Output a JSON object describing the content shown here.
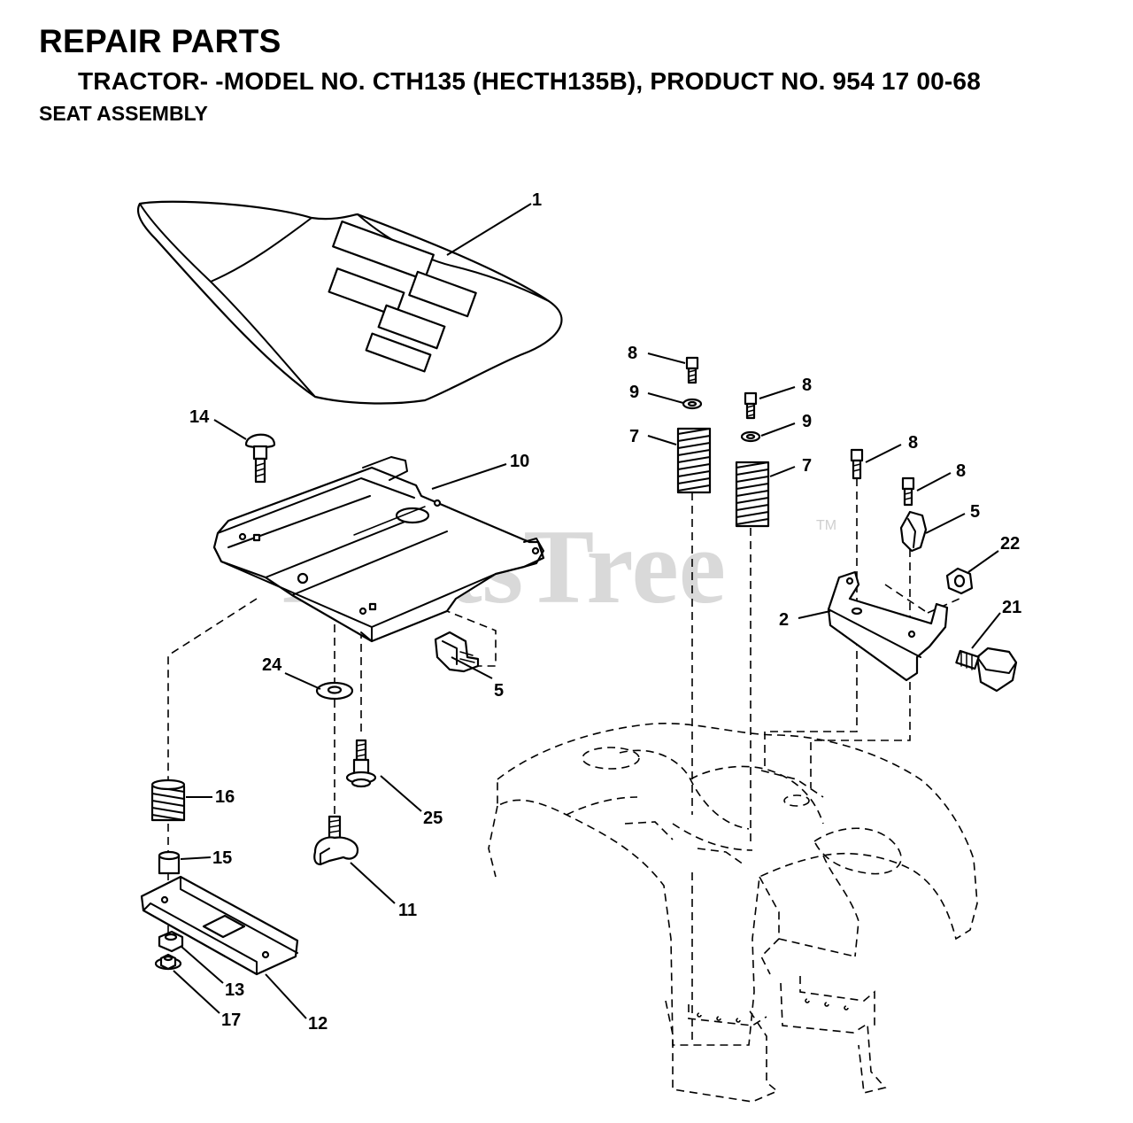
{
  "header": {
    "title": "REPAIR PARTS",
    "subtitle": "TRACTOR- -MODEL NO. CTH135 (HECTH135B), PRODUCT NO. 954 17 00-68",
    "section": "SEAT ASSEMBLY"
  },
  "watermark": {
    "text": "PartsTree",
    "mark": "TM"
  },
  "callouts": [
    {
      "key": "seat",
      "label": "1"
    },
    {
      "key": "bolt-8a",
      "label": "8"
    },
    {
      "key": "washer-9a",
      "label": "9"
    },
    {
      "key": "spring-7a",
      "label": "7"
    },
    {
      "key": "bolt-8b",
      "label": "8"
    },
    {
      "key": "washer-9b",
      "label": "9"
    },
    {
      "key": "spring-7b",
      "label": "7"
    },
    {
      "key": "bolt-8c",
      "label": "8"
    },
    {
      "key": "bolt-8d",
      "label": "8"
    },
    {
      "key": "switch-5b",
      "label": "5"
    },
    {
      "key": "nut-22",
      "label": "22"
    },
    {
      "key": "bracket-2",
      "label": "2"
    },
    {
      "key": "knob-21",
      "label": "21"
    },
    {
      "key": "carriage-bolt-14",
      "label": "14"
    },
    {
      "key": "seat-pan-10",
      "label": "10"
    },
    {
      "key": "switch-5a",
      "label": "5"
    },
    {
      "key": "washer-24",
      "label": "24"
    },
    {
      "key": "bolt-25",
      "label": "25"
    },
    {
      "key": "spring-16",
      "label": "16"
    },
    {
      "key": "spacer-15",
      "label": "15"
    },
    {
      "key": "knob-11",
      "label": "11"
    },
    {
      "key": "nut-13",
      "label": "13"
    },
    {
      "key": "nut-17",
      "label": "17"
    },
    {
      "key": "slide-12",
      "label": "12"
    }
  ]
}
